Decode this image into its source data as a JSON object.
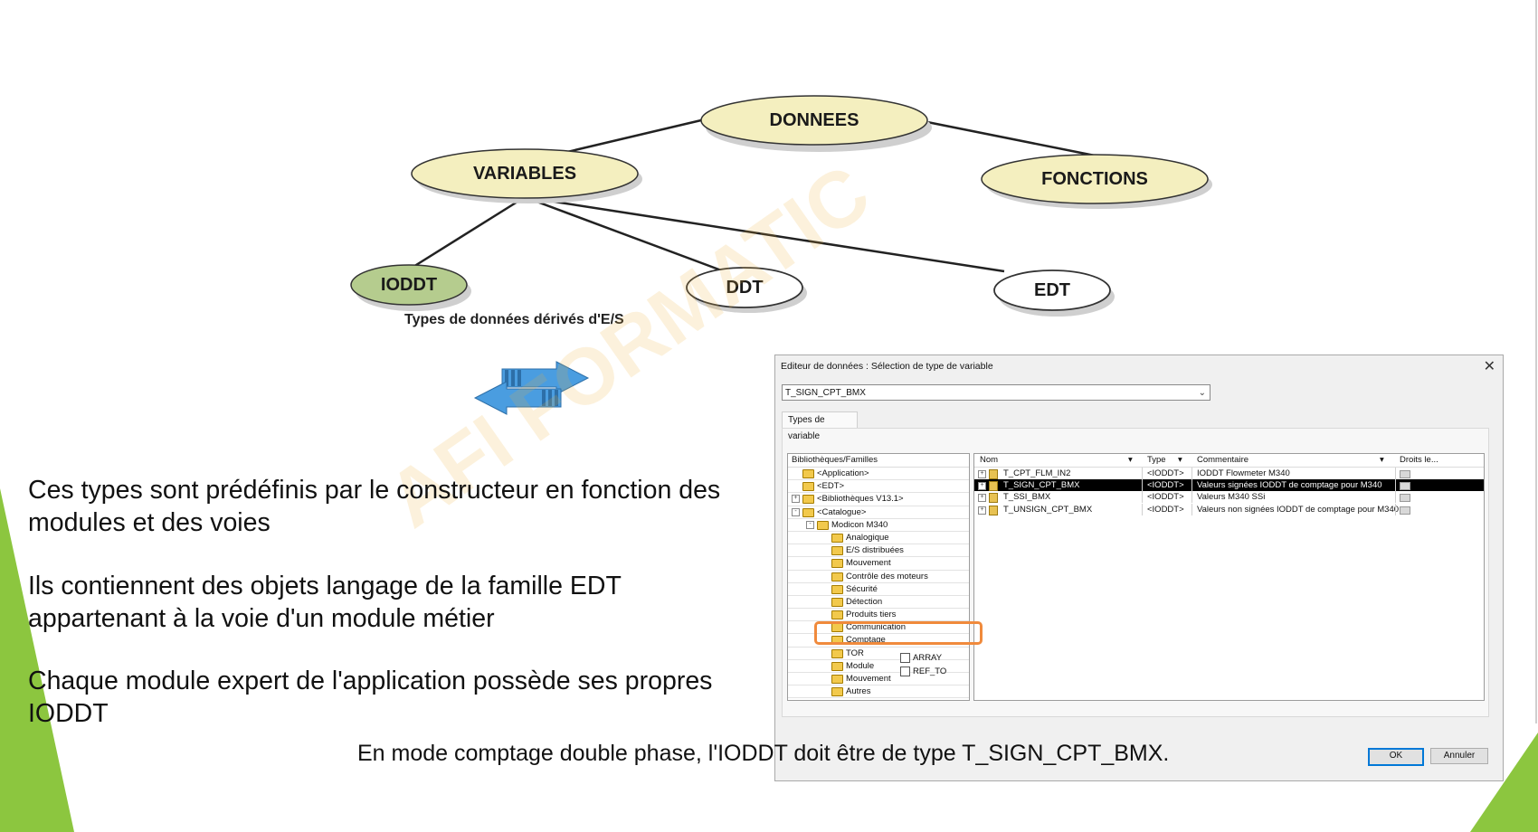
{
  "diagram": {
    "root": "DONNEES",
    "variables": "VARIABLES",
    "fonctions": "FONCTIONS",
    "ioddt": "IODDT",
    "ddt": "DDT",
    "edt": "EDT",
    "caption": "Types de données dérivés d'E/S"
  },
  "watermark": "AFI FORMATIC",
  "paragraphs": {
    "p1_line1": "Ces types sont prédéfinis par le constructeur en fonction des",
    "p1_line2": "modules et des voies",
    "p2_line1": "Ils contiennent des objets langage de la famille EDT",
    "p2_line2": "appartenant à la voie d'un module métier",
    "p3_line1": "Chaque module expert de l'application possède ses propres",
    "p3_line2": "IODDT"
  },
  "bottom_note": "En mode comptage double phase, l'IODDT doit être de type T_SIGN_CPT_BMX.",
  "dialog": {
    "title": "Editeur de données : Sélection de type de variable",
    "combo_value": "T_SIGN_CPT_BMX",
    "tab_label": "Types de variable",
    "tree_header": "Bibliothèques/Familles",
    "tree_items": [
      {
        "label": "<Application>",
        "level": 1,
        "pm": ""
      },
      {
        "label": "<EDT>",
        "level": 1,
        "pm": ""
      },
      {
        "label": "<Bibliothèques V13.1>",
        "level": 1,
        "pm": "+"
      },
      {
        "label": "<Catalogue>",
        "level": 1,
        "pm": "-"
      },
      {
        "label": "Modicon M340",
        "level": 2,
        "pm": "-"
      },
      {
        "label": "Analogique",
        "level": 3,
        "pm": ""
      },
      {
        "label": "E/S distribuées",
        "level": 3,
        "pm": ""
      },
      {
        "label": "Mouvement",
        "level": 3,
        "pm": ""
      },
      {
        "label": "Contrôle des moteurs",
        "level": 3,
        "pm": ""
      },
      {
        "label": "Sécurité",
        "level": 3,
        "pm": ""
      },
      {
        "label": "Détection",
        "level": 3,
        "pm": ""
      },
      {
        "label": "Produits tiers",
        "level": 3,
        "pm": ""
      },
      {
        "label": "Communication",
        "level": 3,
        "pm": ""
      },
      {
        "label": "Comptage",
        "level": 3,
        "pm": ""
      },
      {
        "label": "TOR",
        "level": 3,
        "pm": ""
      },
      {
        "label": "Module",
        "level": 3,
        "pm": ""
      },
      {
        "label": "Mouvement",
        "level": 3,
        "pm": ""
      },
      {
        "label": "Autres",
        "level": 3,
        "pm": ""
      }
    ],
    "grid_headers": {
      "nom": "Nom",
      "type": "Type",
      "commentaire": "Commentaire",
      "droits": "Droits le..."
    },
    "grid_rows": [
      {
        "nom": "T_CPT_FLM_IN2",
        "type": "<IODDT>",
        "commentaire": "IODDT Flowmeter  M340",
        "selected": false
      },
      {
        "nom": "T_SIGN_CPT_BMX",
        "type": "<IODDT>",
        "commentaire": "Valeurs signées IODDT de comptage pour M340",
        "selected": true
      },
      {
        "nom": "T_SSI_BMX",
        "type": "<IODDT>",
        "commentaire": "Valeurs M340 SSi",
        "selected": false
      },
      {
        "nom": "T_UNSIGN_CPT_BMX",
        "type": "<IODDT>",
        "commentaire": "Valeurs non signées IODDT de comptage pour M340",
        "selected": false
      }
    ],
    "checkbox_array": "ARRAY",
    "checkbox_ref": "REF_TO",
    "ok_label": "OK",
    "cancel_label": "Annuler"
  },
  "colors": {
    "ellipse_fill": "#f4efbf",
    "ioddt_fill": "#b5cc8e",
    "highlight": "#f08a3c",
    "accent_green": "#8cc63f",
    "arrow_blue": "#4a9de0"
  }
}
